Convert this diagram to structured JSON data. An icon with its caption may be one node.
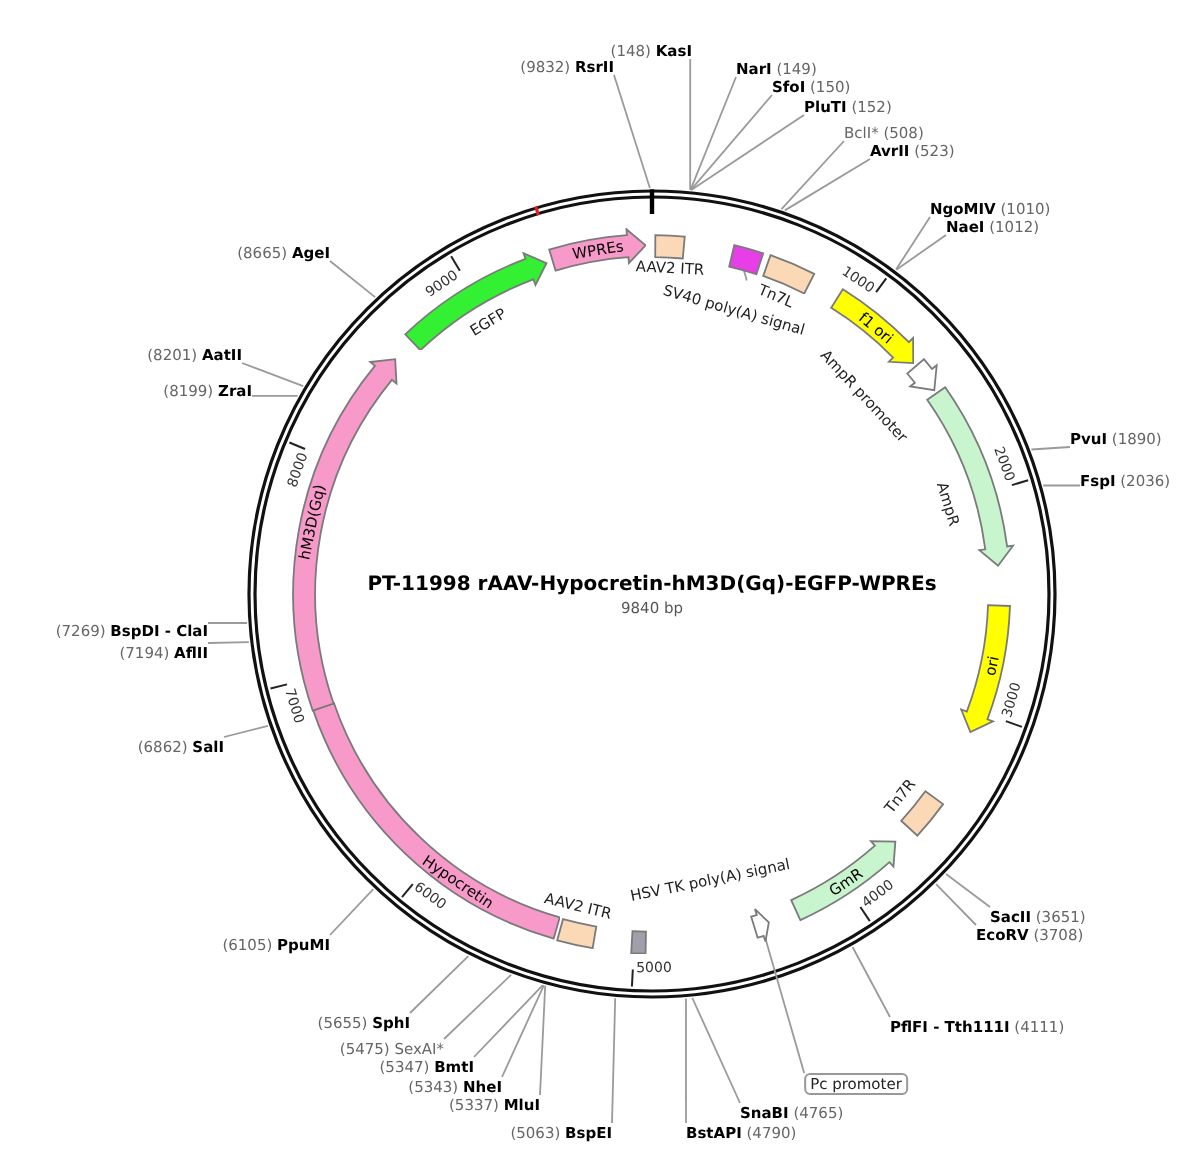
{
  "diagram": {
    "title": "PT-11998 rAAV-Hypocretin-hM3D(Gq)-EGFP-WPREs",
    "nodes": [
      {
        "text": [
          "WPREs"
        ]
      },
      {
        "text": [
          "AAV2 ITR"
        ]
      },
      {
        "text": [
          "SV40 poly(A) signal"
        ]
      },
      {
        "text": [],
        "shape": "box"
      },
      {
        "text": [
          "Tn7L"
        ]
      },
      {
        "text": [
          "f1 ori"
        ]
      },
      {
        "text": [
          "AmpR promoter"
        ]
      },
      {
        "text": [
          "AmpR"
        ]
      },
      {
        "text": [
          "ori"
        ]
      },
      {
        "text": [
          "Tn7R"
        ]
      },
      {
        "text": [
          "GmR"
        ]
      },
      {
        "text": [
          "Pc promoter"
        ]
      },
      {
        "text": [],
        "shape": "arrow"
      },
      {
        "text": [
          "HSV TK poly(A) signal"
        ]
      },
      {
        "text": [
          "AAV2 ITR"
        ]
      },
      {
        "text": [
          "Hypocretin"
        ]
      },
      {
        "text": [
          "hM3D(Gq)"
        ]
      },
      {
        "text": [
          "EGFP"
        ]
      },
      {
        "text": [
          "(9832) **RsrII**"
        ]
      },
      {
        "text": [
          "(148) **KasI**"
        ]
      },
      {
        "text": [
          "**NarI** (149)"
        ]
      },
      {
        "text": [
          "**SfoI** (150)"
        ]
      },
      {
        "text": [
          "**PluTI** (152)"
        ]
      },
      {
        "text": [
          "BclI* (508)"
        ]
      },
      {
        "text": [
          "**AvrII** (523)"
        ]
      },
      {
        "text": [
          "**NgoMIV** (1010)"
        ]
      },
      {
        "text": [
          "**NaeI** (1012)"
        ]
      },
      {
        "text": [
          "**PvuI** (1890)"
        ]
      },
      {
        "text": [
          "**FspI** (2036)"
        ]
      },
      {
        "text": [
          "**SacII** (3651)"
        ]
      },
      {
        "text": [
          "**EcoRV** (3708)"
        ]
      },
      {
        "text": [
          "**PflFI - Tth111I** (4111)"
        ]
      },
      {
        "text": [
          "**SnaBI** (4765)"
        ]
      },
      {
        "text": [
          "**BstAPI** (4790)"
        ]
      },
      {
        "text": [
          "(5063) **BspEI**"
        ]
      },
      {
        "text": [
          "(5337) **MluI**"
        ]
      },
      {
        "text": [
          "(5343) **NheI**"
        ]
      },
      {
        "text": [
          "(5347) **BmtI**"
        ]
      },
      {
        "text": [
          "(5475) SexAI*"
        ]
      },
      {
        "text": [
          "(5655) **SphI**"
        ]
      },
      {
        "text": [
          "(6105) **PpuMI**"
        ]
      },
      {
        "text": [
          "(6862) **SalI**"
        ]
      },
      {
        "text": [
          "(7194) **AflII**"
        ]
      },
      {
        "text": [
          "(7269) **BspDI - ClaI**"
        ]
      },
      {
        "text": [
          "(8199) **ZraI**"
        ]
      },
      {
        "text": [
          "(8201) **AatII**"
        ]
      },
      {
        "text": [
          "(8665) **AgeI**"
        ]
      }
    ],
    "edges": [
      {
        "from": 2,
        "to": 3,
        "arrow": "none"
      },
      {
        "from": 11,
        "to": 12,
        "arrow": "none"
      },
      {
        "from": 18,
        "to": null,
        "arrow": "none"
      },
      {
        "from": 19,
        "to": null,
        "arrow": "none"
      },
      {
        "from": 20,
        "to": null,
        "arrow": "none"
      },
      {
        "from": 21,
        "to": null,
        "arrow": "none"
      },
      {
        "from": 22,
        "to": null,
        "arrow": "none"
      },
      {
        "from": 23,
        "to": null,
        "arrow": "none"
      },
      {
        "from": 24,
        "to": null,
        "arrow": "none"
      },
      {
        "from": 25,
        "to": null,
        "arrow": "none"
      },
      {
        "from": 26,
        "to": null,
        "arrow": "none"
      },
      {
        "from": 27,
        "to": null,
        "arrow": "none"
      },
      {
        "from": 28,
        "to": null,
        "arrow": "none"
      },
      {
        "from": 29,
        "to": null,
        "arrow": "none"
      },
      {
        "from": 30,
        "to": null,
        "arrow": "none"
      },
      {
        "from": 31,
        "to": null,
        "arrow": "none"
      },
      {
        "from": 32,
        "to": null,
        "arrow": "none"
      },
      {
        "from": 33,
        "to": null,
        "arrow": "none"
      },
      {
        "from": 34,
        "to": null,
        "arrow": "none"
      },
      {
        "from": 35,
        "to": null,
        "arrow": "none"
      },
      {
        "from": 36,
        "to": null,
        "arrow": "none"
      },
      {
        "from": 37,
        "to": null,
        "arrow": "none"
      },
      {
        "from": 38,
        "to": null,
        "arrow": "none"
      },
      {
        "from": 39,
        "to": null,
        "arrow": "none"
      },
      {
        "from": 40,
        "to": null,
        "arrow": "none"
      },
      {
        "from": 41,
        "to": null,
        "arrow": "none"
      },
      {
        "from": 42,
        "to": null,
        "arrow": "none"
      },
      {
        "from": 43,
        "to": null,
        "arrow": "none"
      },
      {
        "from": 44,
        "to": null,
        "arrow": "none"
      },
      {
        "from": 45,
        "to": null,
        "arrow": "none"
      },
      {
        "from": 46,
        "to": null,
        "arrow": "none"
      }
    ],
    "labels": [
      "9840 bp",
      "1000",
      "2000",
      "3000",
      "4000",
      "5000",
      "6000",
      "7000",
      "8000",
      "9000"
    ]
  }
}
